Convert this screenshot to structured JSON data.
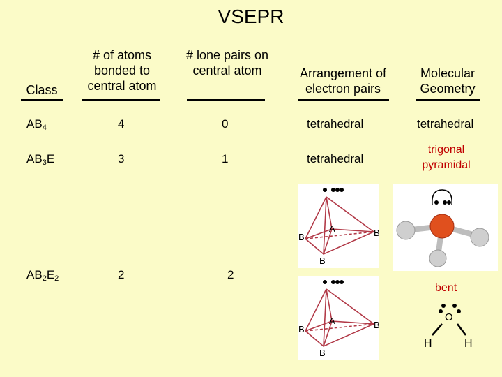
{
  "title": "VSEPR",
  "headers": {
    "class": "Class",
    "atoms_bonded": "# of atoms bonded to central atom",
    "lone_pairs": "# lone pairs on central atom",
    "arrangement": "Arrangement of electron pairs",
    "geometry": "Molecular Geometry"
  },
  "rows": [
    {
      "cls_main": "AB",
      "cls_sub": "4",
      "cls_tail": "",
      "bonded": "4",
      "lone": "0",
      "arrangement": "tetrahedral",
      "geometry": "tetrahedral"
    },
    {
      "cls_main": "AB",
      "cls_sub": "3",
      "cls_tail": "E",
      "bonded": "3",
      "lone": "1",
      "arrangement": "tetrahedral",
      "geometry": "trigonal pyramidal"
    },
    {
      "cls_main": "AB",
      "cls_sub": "2",
      "cls_tail": "E",
      "cls_sub2": "2",
      "bonded": "2",
      "lone": "2",
      "arrangement": "",
      "geometry": "bent"
    }
  ],
  "diagram_labels": {
    "central": "A",
    "bonded": "B"
  },
  "water_labels": {
    "oxygen": "O",
    "hydrogen": "H"
  },
  "colors": {
    "background": "#fbfbc8",
    "emphasis": "#c00000",
    "tetra_lines": "#b23a48",
    "central_atom": "#e0501e",
    "outer_atoms": "#cfcfcf"
  }
}
